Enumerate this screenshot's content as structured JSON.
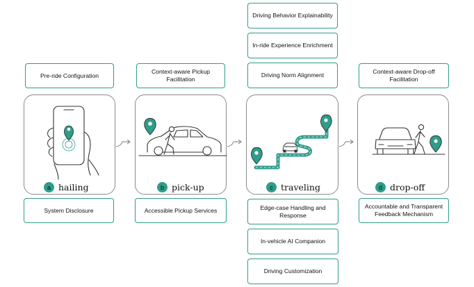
{
  "stages": [
    {
      "letter": "a",
      "name": "hailing"
    },
    {
      "letter": "b",
      "name": "pick-up"
    },
    {
      "letter": "c",
      "name": "traveling"
    },
    {
      "letter": "d",
      "name": "drop-off"
    }
  ],
  "top_tags": {
    "hailing": "Pre-ride Configuration",
    "pickup": "Context-aware Pickup Facilitation",
    "traveling": [
      "Driving Behavior Explainability",
      "In-ride Experience Enrichment",
      "Driving Norm Alignment"
    ],
    "dropoff": "Context-aware Drop-off Facilitation"
  },
  "bottom_tags": {
    "hailing": "System Disclosure",
    "pickup": "Accessible Pickup Services",
    "traveling": [
      "Edge-case Handling and Response",
      "In-vehicle AI Companion",
      "Driving Customization"
    ],
    "dropoff": "Accountable and Transparent Feedback Mechanism"
  },
  "colors": {
    "accent": "#2e9d8a",
    "border": "#8a8a8a",
    "ink": "#333333"
  }
}
